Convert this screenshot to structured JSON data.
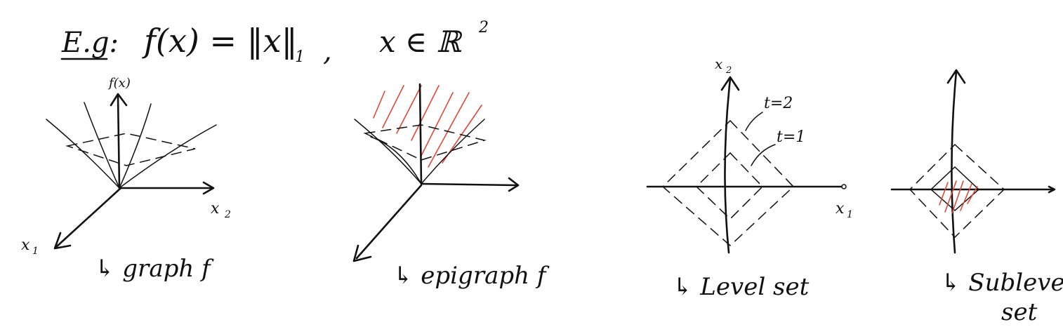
{
  "header": {
    "eg": "E.g:",
    "formula": "f(x) = ‖x‖",
    "subscript": "1",
    "comma": ",",
    "domain": "x ∈ ℝ",
    "power": "2"
  },
  "panels": {
    "graph": {
      "f_label": "f(x)",
      "x1": "x",
      "x1_sub": "1",
      "x2": "x",
      "x2_sub": "2",
      "caption": "graph f"
    },
    "epigraph": {
      "caption": "epigraph f"
    },
    "level": {
      "x2": "x",
      "x2_sub": "2",
      "x1": "x",
      "x1_sub": "1",
      "t2": "t=2",
      "t1": "t=1",
      "caption": "Level set"
    },
    "sublevel": {
      "caption_line1": "Sublevel",
      "caption_line2": "set"
    }
  },
  "colors": {
    "ink": "#111111",
    "hatch": "#e0473a"
  }
}
